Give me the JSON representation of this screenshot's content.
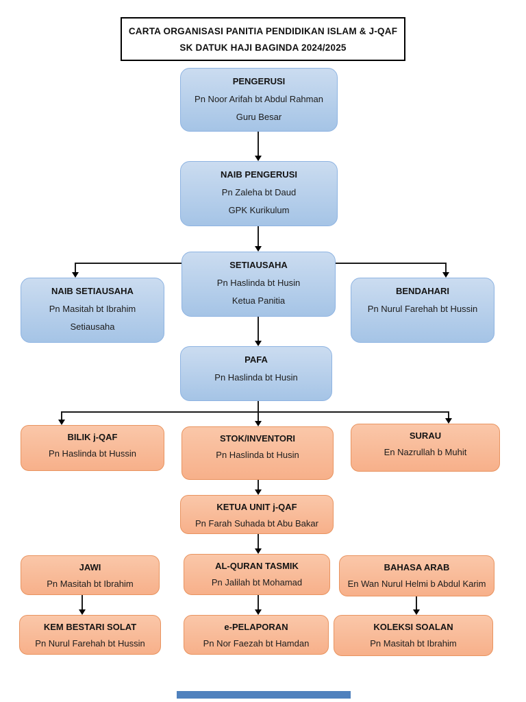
{
  "title": {
    "line1": "CARTA ORGANISASI PANITIA PENDIDIKAN ISLAM  & J-QAF",
    "line2": "SK DATUK HAJI BAGINDA 2024/2025"
  },
  "colors": {
    "blue_fill_top": "#cbdcf0",
    "blue_fill_bottom": "#a5c4e6",
    "blue_border": "#8db3e2",
    "orange_fill_top": "#fac7a9",
    "orange_fill_bottom": "#f7b08a",
    "orange_border": "#e8935f",
    "accent_bar": "#4f81bd",
    "line_color": "#1a1a1a"
  },
  "nodes": [
    {
      "role": "PENGERUSI",
      "name": "Pn Noor Arifah bt Abdul Rahman",
      "post": "Guru Besar"
    },
    {
      "role": "NAIB PENGERUSI",
      "name": "Pn Zaleha bt Daud",
      "post": "GPK Kurikulum"
    },
    {
      "role": "SETIAUSAHA",
      "name": "Pn Haslinda bt Husin",
      "post": "Ketua Panitia"
    },
    {
      "role": "NAIB SETIAUSAHA",
      "name": "Pn Masitah bt Ibrahim",
      "post": "Setiausaha"
    },
    {
      "role": "BENDAHARI",
      "name": "Pn Nurul Farehah bt Hussin"
    },
    {
      "role": "PAFA",
      "name": "Pn Haslinda bt Husin"
    },
    {
      "role": "BILIK j-QAF",
      "name": "Pn Haslinda bt Hussin"
    },
    {
      "role": "STOK/INVENTORI",
      "name": "Pn Haslinda bt Husin"
    },
    {
      "role": "SURAU",
      "name": "En Nazrullah b Muhit"
    },
    {
      "role": "KETUA UNIT j-QAF",
      "name": "Pn Farah Suhada bt Abu Bakar"
    },
    {
      "role": "JAWI",
      "name": "Pn Masitah bt Ibrahim"
    },
    {
      "role": "AL-QURAN TASMIK",
      "name": "Pn Jalilah bt Mohamad"
    },
    {
      "role": "BAHASA ARAB",
      "name": "En Wan Nurul Helmi b Abdul Karim"
    },
    {
      "role": "KEM BESTARI SOLAT",
      "name": "Pn Nurul Farehah bt Hussin"
    },
    {
      "role": "e-PELAPORAN",
      "name": "Pn Nor Faezah bt Hamdan"
    },
    {
      "role": "KOLEKSI SOALAN",
      "name": "Pn Masitah bt Ibrahim"
    }
  ]
}
